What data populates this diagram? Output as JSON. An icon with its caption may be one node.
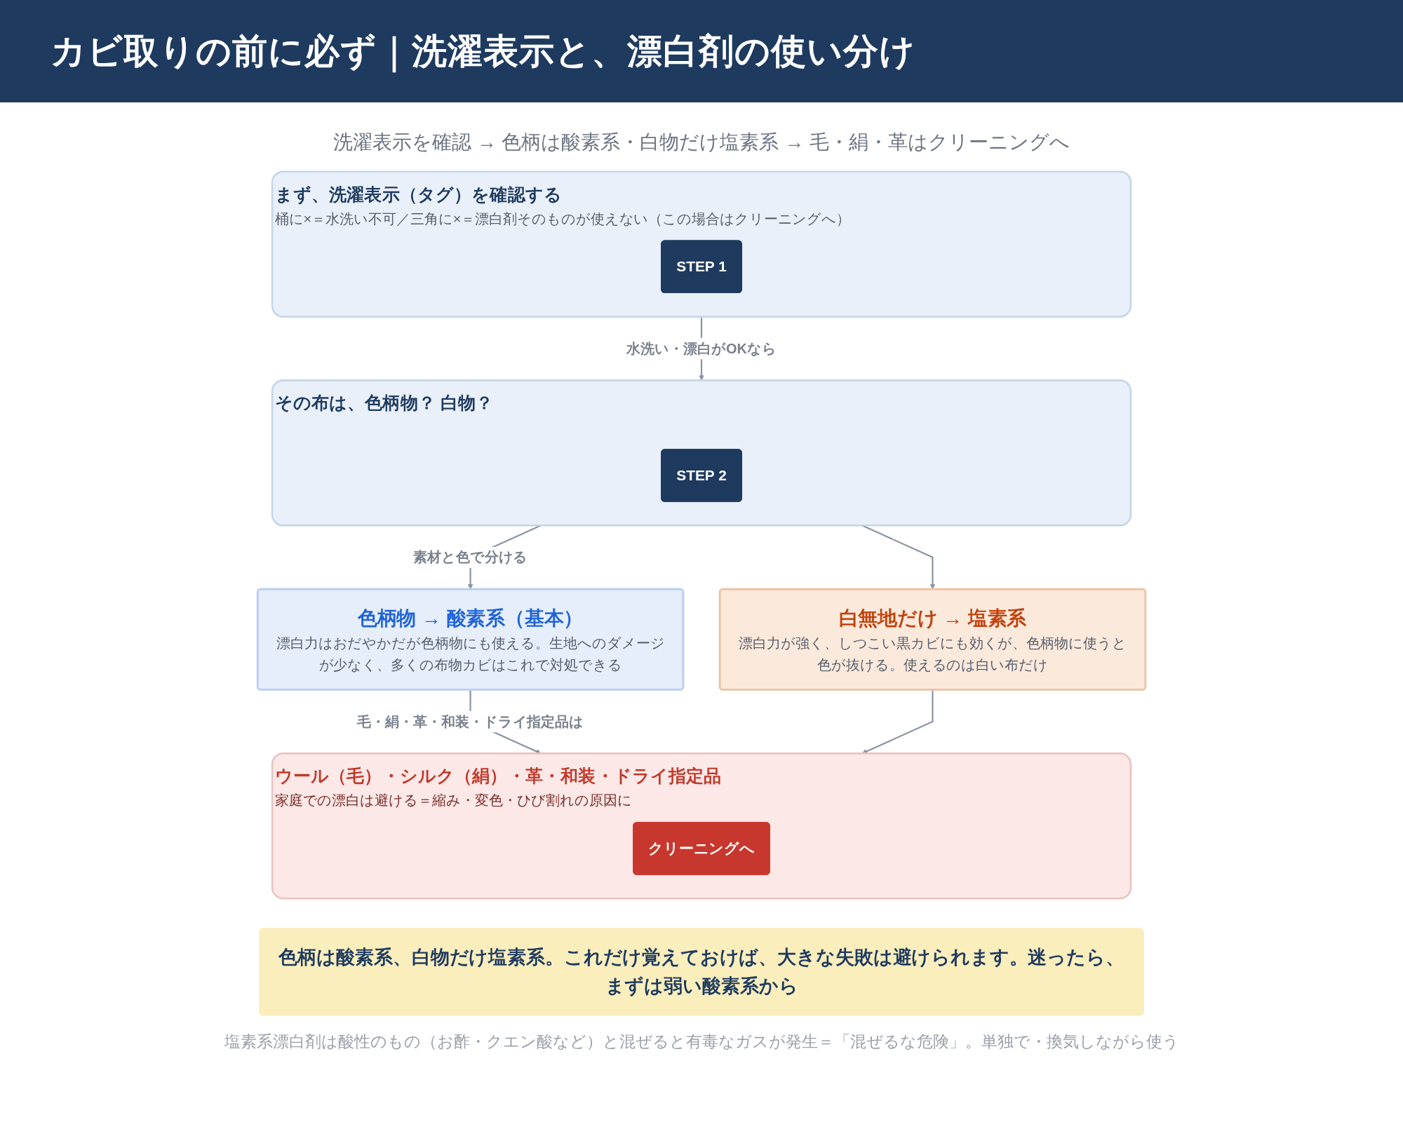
{
  "diagram": {
    "title": "カビ取りの前に必ず｜洗濯表示と、漂白剤の使い分け",
    "nodes": [
      {
        "text": [
          "まず、洗濯表示（タグ）を確認する",
          "桶に×＝水洗い不可／三角に×＝漂白剤そのものが使えない（この場合はクリーニングへ）"
        ]
      },
      {
        "text": [
          "STEP 1"
        ],
        "in": 0
      },
      {
        "text": [
          "その布は、色柄物？ 白物？"
        ]
      },
      {
        "text": [
          "STEP 2"
        ],
        "in": 2
      },
      {
        "text": [
          "色柄物 → 酸素系（基本）",
          "漂白力はおだやかだが色柄物にも使える。生地へのダメージが少なく、多くの布物カビはこれで対処できる"
        ]
      },
      {
        "text": [
          "白無地だけ → 塩素系",
          "漂白力が強く、しつこい黒カビにも効くが、色柄物に使うと色が抜ける。使えるのは白い布だけ"
        ]
      },
      {
        "text": [
          "ウール（毛）・シルク（絹）・革・和装・ドライ指定品",
          "家庭での漂白は避ける＝縮み・変色・ひび割れの原因に"
        ]
      },
      {
        "text": [
          "クリーニングへ"
        ],
        "in": 6
      },
      {
        "text": [
          "色柄は酸素系、白物だけ塩素系。これだけ覚えておけば、大きな失敗は避けられます。迷ったら、まずは弱い酸素系から"
        ]
      }
    ],
    "edges": [
      {
        "from": 0,
        "to": 2,
        "arrow": "to",
        "label": "水洗い・漂白がOKなら"
      },
      {
        "from": 2,
        "to": 4,
        "arrow": "to",
        "label": "素材と色で分ける"
      },
      {
        "from": 2,
        "to": 5,
        "arrow": "to"
      },
      {
        "from": 4,
        "to": 6,
        "arrow": "to",
        "label": "毛・絹・革・和装・ドライ指定品は"
      },
      {
        "from": 5,
        "to": 6,
        "arrow": "to"
      }
    ],
    "labels": [
      "洗濯表示を確認 → 色柄は酸素系・白物だけ塩素系 → 毛・絹・革はクリーニングへ",
      "塩素系漂白剤は酸性のもの（お酢・クエン酸など）と混ぜると有毒なガスが発生＝「混ぜるな危険」。単独で・換気しながら使う"
    ]
  }
}
